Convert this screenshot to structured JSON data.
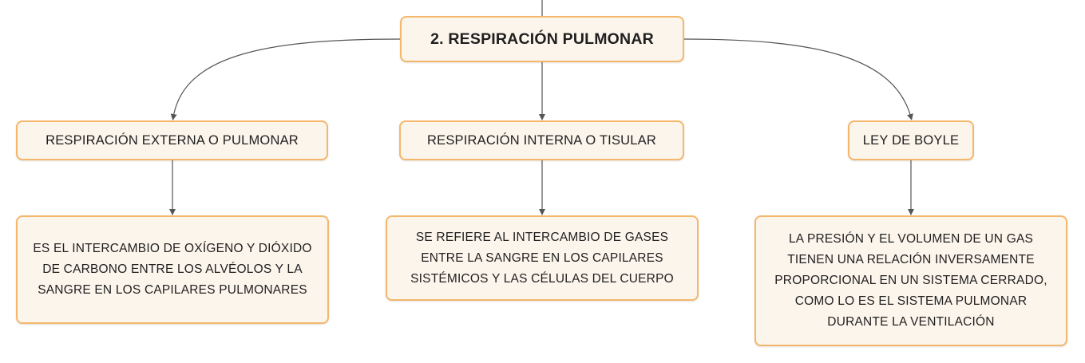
{
  "diagram": {
    "root": {
      "label": "2. RESPIRACIÓN PULMONAR"
    },
    "branches": [
      {
        "label": "RESPIRACIÓN EXTERNA O PULMONAR",
        "detail": "ES EL INTERCAMBIO DE OXÍGENO Y DIÓXIDO DE CARBONO ENTRE LOS ALVÉOLOS Y LA SANGRE EN LOS CAPILARES PULMONARES"
      },
      {
        "label": "RESPIRACIÓN INTERNA O TISULAR",
        "detail": "SE REFIERE AL INTERCAMBIO DE GASES ENTRE LA SANGRE EN LOS CAPILARES SISTÉMICOS Y LAS CÉLULAS DEL CUERPO"
      },
      {
        "label": "LEY DE BOYLE",
        "detail": "LA PRESIÓN Y EL VOLUMEN DE UN GAS TIENEN UNA RELACIÓN INVERSAMENTE PROPORCIONAL EN UN SISTEMA CERRADO, COMO LO ES EL SISTEMA PULMONAR DURANTE LA VENTILACIÓN"
      }
    ],
    "colors": {
      "node_border": "#f4b76b",
      "node_fill": "#fcf5ec",
      "connector": "#555555",
      "text": "#1f1f1f"
    }
  }
}
